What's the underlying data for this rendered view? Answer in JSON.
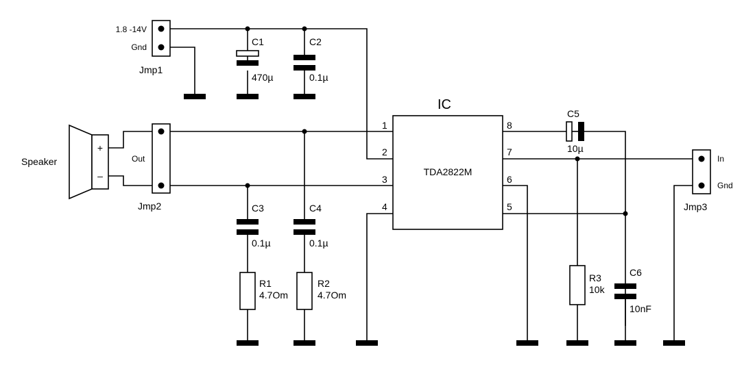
{
  "ic": {
    "title": "IC",
    "part": "TDA2822M",
    "pins": [
      "1",
      "2",
      "3",
      "4",
      "5",
      "6",
      "7",
      "8"
    ]
  },
  "jmp1": {
    "name": "Jmp1",
    "pin1": "1.8 -14V",
    "pin2": "Gnd"
  },
  "jmp2": {
    "name": "Jmp2",
    "label": "Out"
  },
  "jmp3": {
    "name": "Jmp3",
    "pin1": "In",
    "pin2": "Gnd"
  },
  "speaker": {
    "label": "Speaker",
    "plus": "+",
    "minus": "–"
  },
  "c1": {
    "name": "C1",
    "value": "470µ"
  },
  "c2": {
    "name": "C2",
    "value": "0.1µ"
  },
  "c3": {
    "name": "C3",
    "value": "0.1µ"
  },
  "c4": {
    "name": "C4",
    "value": "0.1µ"
  },
  "c5": {
    "name": "C5",
    "value": "10µ"
  },
  "c6": {
    "name": "C6",
    "value": "10nF"
  },
  "r1": {
    "name": "R1",
    "value": "4.7Om"
  },
  "r2": {
    "name": "R2",
    "value": "4.7Om"
  },
  "r3": {
    "name": "R3",
    "value": "10k"
  }
}
